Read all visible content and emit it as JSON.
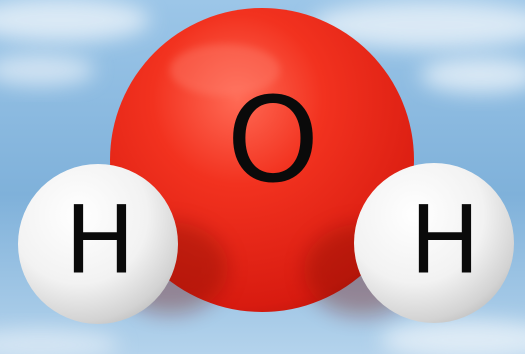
{
  "molecule": {
    "atoms": [
      {
        "symbol": "O",
        "element": "oxygen",
        "color": "#e8271c"
      },
      {
        "symbol": "H",
        "element": "hydrogen",
        "color": "#f2f2f2"
      },
      {
        "symbol": "H",
        "element": "hydrogen",
        "color": "#f2f2f2"
      }
    ]
  },
  "background": {
    "sky_color": "#7fb1da",
    "cloud_color": "#e6f0f8"
  }
}
